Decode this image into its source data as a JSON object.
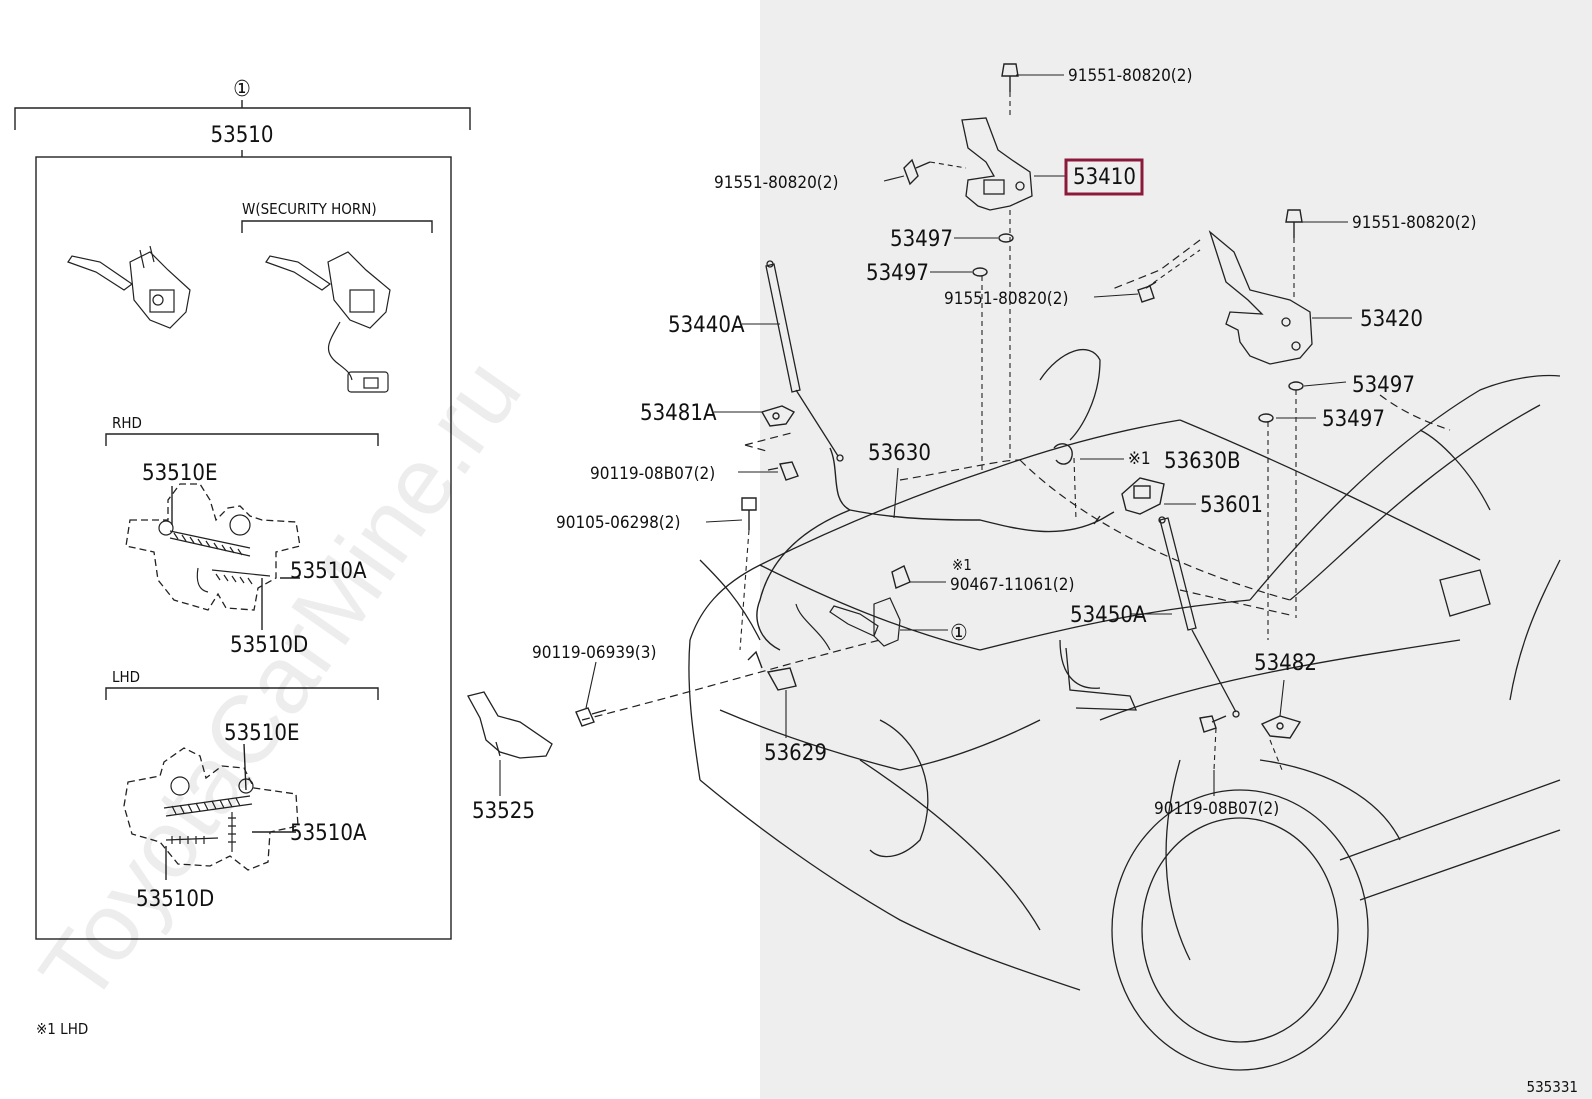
{
  "watermark": "ToyotaCarMine.ru",
  "diagram_number": "535331",
  "footnote": "※1 LHD",
  "highlight_color": "#8b1a3a",
  "left_panel": {
    "group_number": "①",
    "group_part": "53510",
    "variant_security_horn": "W(SECURITY HORN)",
    "rhd_label": "RHD",
    "lhd_label": "LHD",
    "rhd_parts": {
      "e": "53510E",
      "a": "53510A",
      "d": "53510D"
    },
    "lhd_parts": {
      "e": "53510E",
      "a": "53510A",
      "d": "53510D"
    }
  },
  "parts": {
    "p53410": "53410",
    "p91551_top": "91551-80820(2)",
    "p91551_left": "91551-80820(2)",
    "p91551_mid": "91551-80820(2)",
    "p91551_right": "91551-80820(2)",
    "p53497_a": "53497",
    "p53497_b": "53497",
    "p53497_c": "53497",
    "p53497_d": "53497",
    "p53420": "53420",
    "p53440A": "53440A",
    "p53481A": "53481A",
    "p90119_08B07_left": "90119-08B07(2)",
    "p90105": "90105-06298(2)",
    "p53630": "53630",
    "p53630B": "53630B",
    "p53630B_note": "※1",
    "p53601": "53601",
    "p90467_note": "※1",
    "p90467": "90467-11061(2)",
    "p_circle1": "①",
    "p53450A": "53450A",
    "p53482": "53482",
    "p90119_06939": "90119-06939(3)",
    "p53629": "53629",
    "p53525": "53525",
    "p90119_08B07_right": "90119-08B07(2)"
  }
}
